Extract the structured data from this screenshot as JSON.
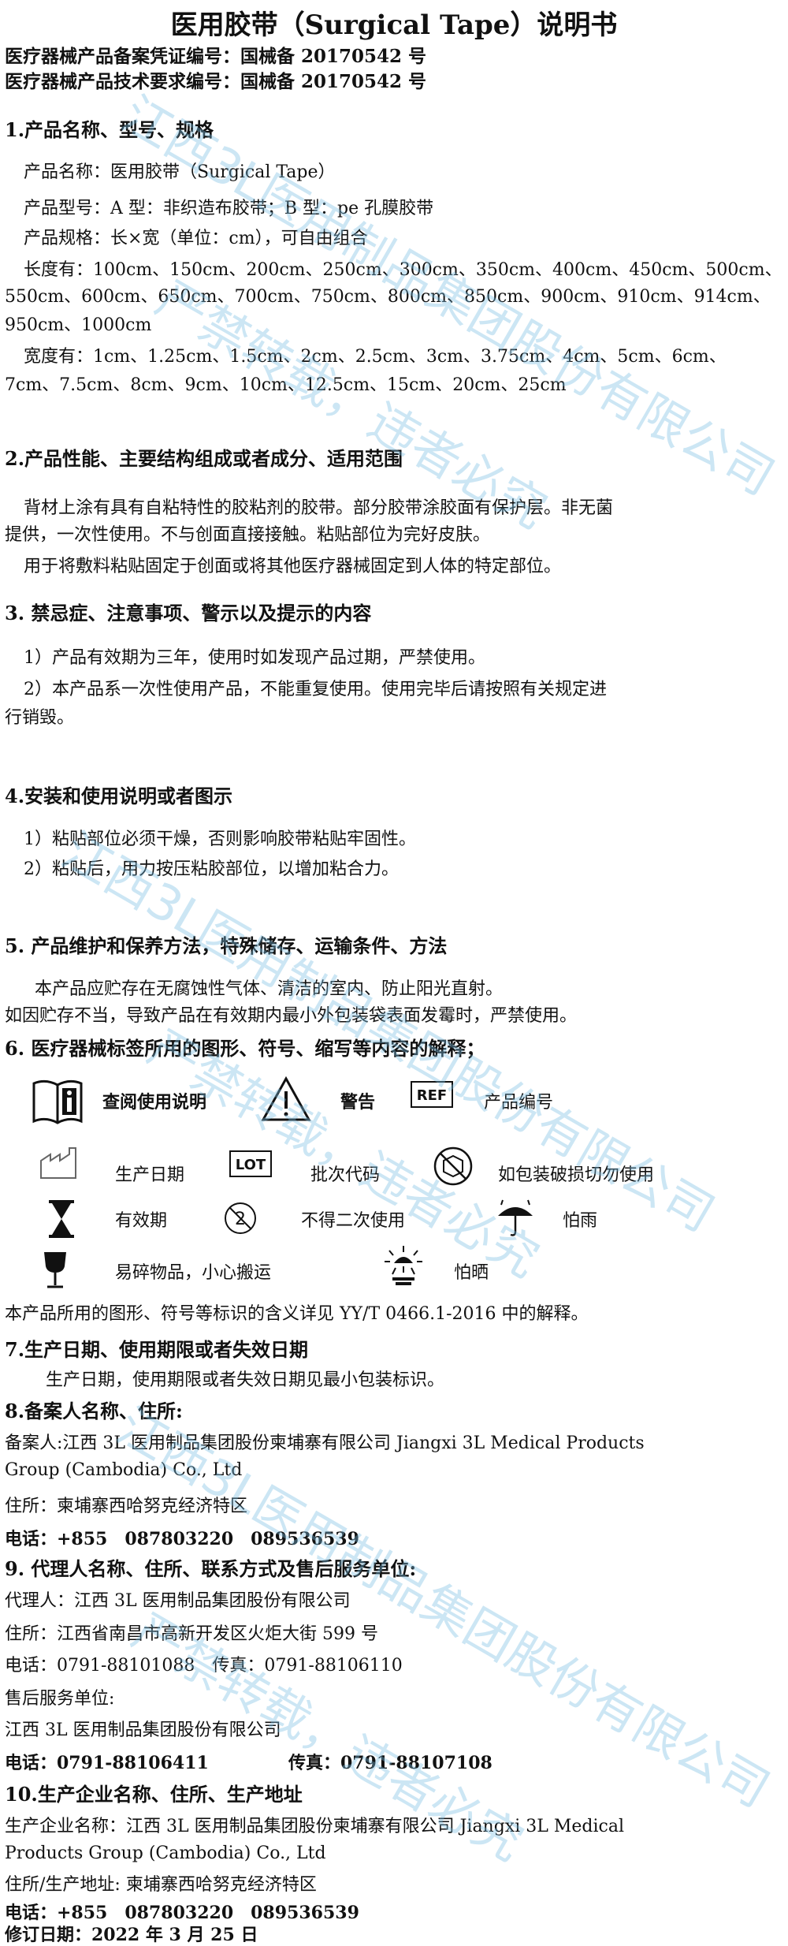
{
  "title": "医用胶带（Surgical Tape）说明书",
  "registration": {
    "line1": "医疗器械产品备案凭证编号：国械备 20170542 号",
    "line2": "医疗器械产品技术要求编号：国械备 20170542 号"
  },
  "section1": {
    "heading": "1.产品名称、型号、规格",
    "name": "产品名称：医用胶带（Surgical Tape）",
    "model": "产品型号：A 型：非织造布胶带；B 型：pe 孔膜胶带",
    "spec": "产品规格：长×宽（单位：cm），可自由组合",
    "length_line1": "长度有：100cm、150cm、200cm、250cm、300cm、350cm、400cm、450cm、500cm、",
    "length_line2": "550cm、600cm、650cm、700cm、750cm、800cm、850cm、900cm、910cm、914cm、",
    "length_line3": "950cm、1000cm",
    "width_line1": "宽度有：1cm、1.25cm、1.5cm、2cm、2.5cm、3cm、3.75cm、4cm、5cm、6cm、",
    "width_line2": "7cm、7.5cm、8cm、9cm、10cm、12.5cm、15cm、20cm、25cm"
  },
  "section2": {
    "heading": "2.产品性能、主要结构组成或者成分、适用范围",
    "para1_line1": "背材上涂有具有自粘特性的胶粘剂的胶带。部分胶带涂胶面有保护层。非无菌",
    "para1_line2": "提供，一次性使用。不与创面直接接触。粘贴部位为完好皮肤。",
    "para2": "用于将敷料粘贴固定于创面或将其他医疗器械固定到人体的特定部位。"
  },
  "section3": {
    "heading": "3. 禁忌症、注意事项、警示以及提示的内容",
    "item1": "1）产品有效期为三年，使用时如发现产品过期，严禁使用。",
    "item2_line1": "2）本产品系一次性使用产品，不能重复使用。使用完毕后请按照有关规定进",
    "item2_line2": "行销毁。"
  },
  "section4": {
    "heading": "4.安装和使用说明或者图示",
    "item1": "1）粘贴部位必须干燥，否则影响胶带粘贴牢固性。",
    "item2": "2）粘贴后，用力按压粘胶部位，以增加粘合力。"
  },
  "section5": {
    "heading": "5. 产品维护和保养方法，特殊储存、运输条件、方法",
    "line1": "本产品应贮存在无腐蚀性气体、清洁的室内、防止阳光直射。",
    "line2": "如因贮存不当，导致产品在有效期内最小外包装袋表面发霉时，严禁使用。"
  },
  "section6": {
    "heading": "6. 医疗器械标签所用的图形、符号、缩写等内容的解释；",
    "symbols": {
      "consult": "查阅使用说明",
      "warning": "警告",
      "ref": "产品编号",
      "ref_icon_text": "REF",
      "manufacture_date": "生产日期",
      "lot": "批次代码",
      "lot_icon_text": "LOT",
      "damaged": "如包装破损切勿使用",
      "expiry": "有效期",
      "no_reuse": "不得二次使用",
      "keep_dry": "怕雨",
      "fragile": "易碎物品，小心搬运",
      "keep_sunlight": "怕晒"
    },
    "footnote": "本产品所用的图形、符号等标识的含义详见 YY/T 0466.1-2016 中的解释。"
  },
  "section7": {
    "heading": "7.生产日期、使用期限或者失效日期",
    "text": "生产日期，使用期限或者失效日期见最小包装标识。"
  },
  "section8": {
    "heading": "8.备案人名称、住所:",
    "filer_line1": "备案人:江西 3L 医用制品集团股份柬埔寨有限公司 Jiangxi 3L Medical Products",
    "filer_line2": "Group (Cambodia) Co., Ltd",
    "address": "住所：柬埔寨西哈努克经济特区",
    "phone": "电话：+855　087803220　089536539"
  },
  "section9": {
    "heading": "9. 代理人名称、住所、联系方式及售后服务单位:",
    "agent": "代理人：江西 3L 医用制品集团股份有限公司",
    "address": "住所：江西省南昌市高新开发区火炬大街 599 号",
    "phone_fax": "电话：0791-88101088　传真：0791-88106110",
    "after_sales_label": "售后服务单位:",
    "after_sales_name": "江西 3L 医用制品集团股份有限公司",
    "as_phone": "电话：0791-88106411",
    "as_fax": "传真：0791-88107108"
  },
  "section10": {
    "heading": "10.生产企业名称、住所、生产地址",
    "maker_line1": "生产企业名称：江西 3L 医用制品集团股份柬埔寨有限公司 Jiangxi 3L Medical",
    "maker_line2": "Products Group (Cambodia) Co., Ltd",
    "address": "住所/生产地址: 柬埔寨西哈努克经济特区",
    "phone": "电话：+855　087803220　089536539"
  },
  "revision": "修订日期：2022 年 3 月 25 日",
  "watermark": {
    "text1": "江西3L医用制品集团股份有限公司",
    "text2": "严禁转载，违者必究",
    "color": "#78bee1"
  }
}
